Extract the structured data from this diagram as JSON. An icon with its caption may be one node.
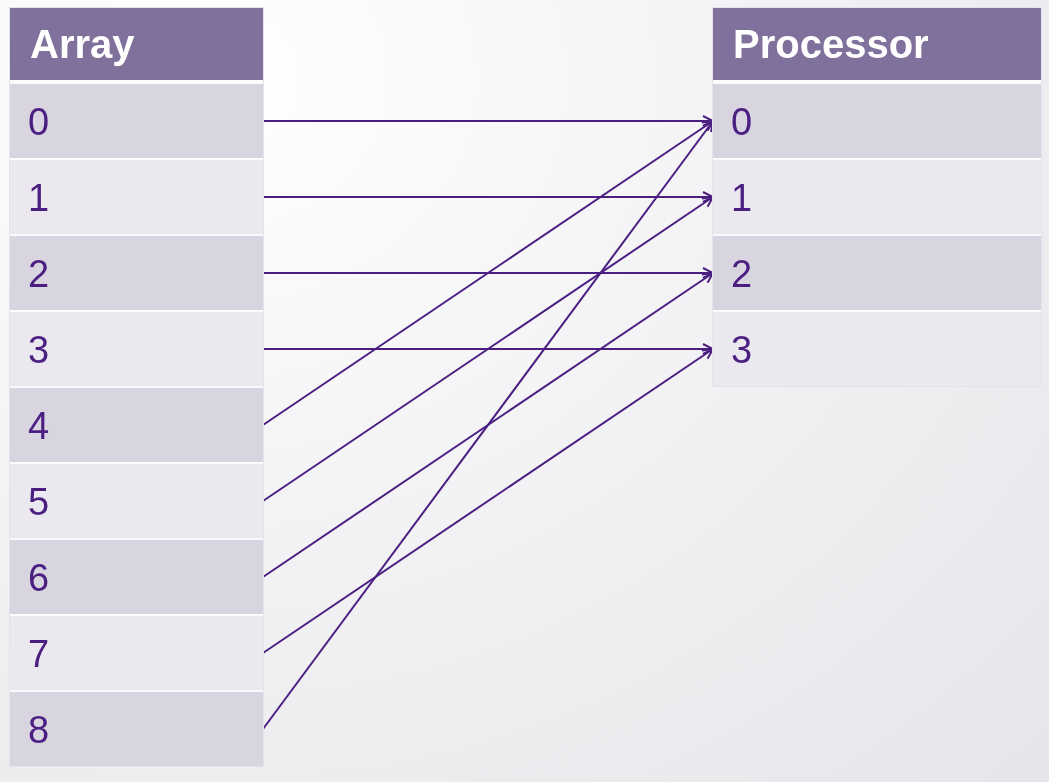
{
  "diagram": {
    "nodes": [
      {
        "text": [
          "Array"
        ]
      },
      {
        "text": [
          "0"
        ],
        "in": 0
      },
      {
        "text": [
          "1"
        ],
        "in": 0
      },
      {
        "text": [
          "2"
        ],
        "in": 0
      },
      {
        "text": [
          "3"
        ],
        "in": 0
      },
      {
        "text": [
          "4"
        ],
        "in": 0
      },
      {
        "text": [
          "5"
        ],
        "in": 0
      },
      {
        "text": [
          "6"
        ],
        "in": 0
      },
      {
        "text": [
          "7"
        ],
        "in": 0
      },
      {
        "text": [
          "8"
        ],
        "in": 0
      },
      {
        "text": [
          "Processor"
        ]
      },
      {
        "text": [
          "0"
        ],
        "in": 10
      },
      {
        "text": [
          "1"
        ],
        "in": 10
      },
      {
        "text": [
          "2"
        ],
        "in": 10
      },
      {
        "text": [
          "3"
        ],
        "in": 10
      }
    ],
    "edges": [
      {
        "from": 1,
        "to": 11,
        "arrow": "to"
      },
      {
        "from": 2,
        "to": 12,
        "arrow": "to"
      },
      {
        "from": 3,
        "to": 13,
        "arrow": "to"
      },
      {
        "from": 4,
        "to": 14,
        "arrow": "to"
      },
      {
        "from": 5,
        "to": 11,
        "arrow": "to"
      },
      {
        "from": 6,
        "to": 12,
        "arrow": "to"
      },
      {
        "from": 7,
        "to": 13,
        "arrow": "to"
      },
      {
        "from": 8,
        "to": 14,
        "arrow": "to"
      },
      {
        "from": 9,
        "to": 11,
        "arrow": "to"
      }
    ]
  }
}
